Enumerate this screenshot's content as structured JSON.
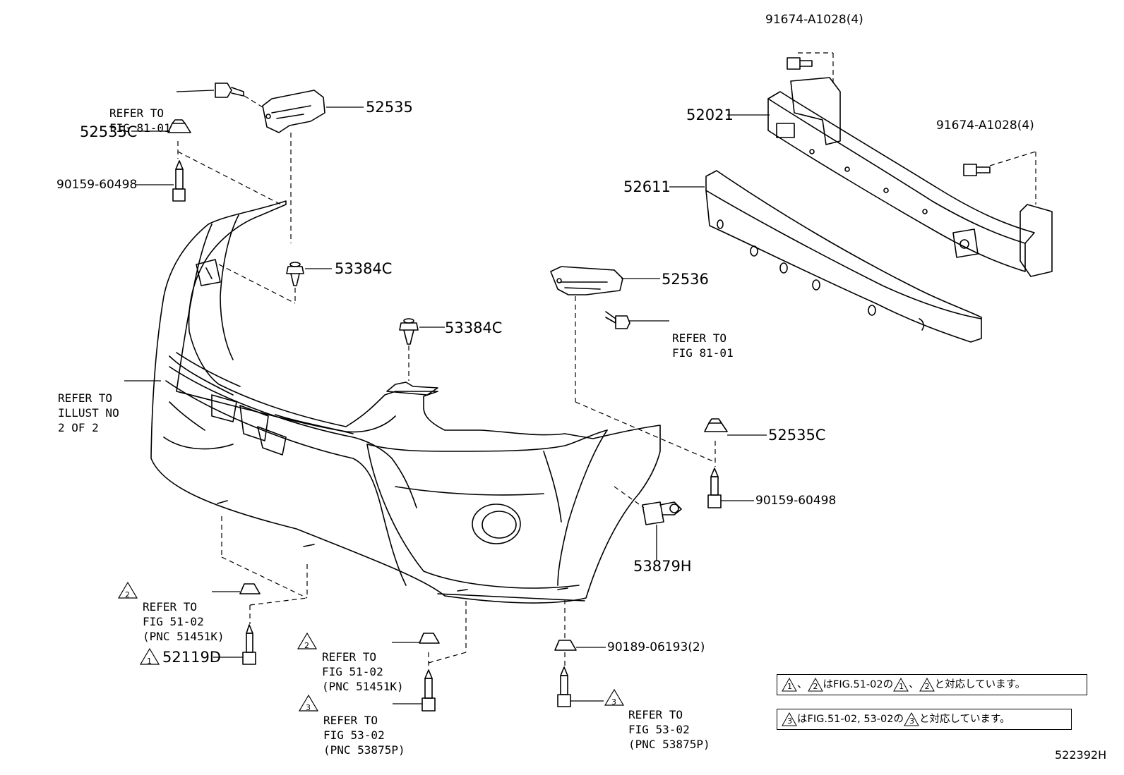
{
  "labels": {
    "ref_81_left": [
      "REFER TO",
      "FIG 81-01"
    ],
    "p52535": "52535",
    "p52535c_left": "52535C",
    "p90159_left": "90159-60498",
    "p53384c_upper": "53384C",
    "p53384c_center": "53384C",
    "ref_illust": [
      "REFER TO",
      "ILLUST NO",
      "2 OF 2"
    ],
    "p91674_top": "91674-A1028(4)",
    "p52021": "52021",
    "p91674_right": "91674-A1028(4)",
    "p52611": "52611",
    "p52536": "52536",
    "ref_81_right": [
      "REFER TO",
      "FIG 81-01"
    ],
    "p52535c_right": "52535C",
    "p90159_right": "90159-60498",
    "p53879h": "53879H",
    "ref_51_left": [
      "REFER TO",
      "FIG 51-02",
      "(PNC 51451K)"
    ],
    "p52119d": "52119D",
    "ref_51_mid": [
      "REFER TO",
      "FIG 51-02",
      "(PNC 51451K)"
    ],
    "ref_53_mid": [
      "REFER TO",
      "FIG 53-02",
      "(PNC 53875P)"
    ],
    "p90189": "90189-06193(2)",
    "ref_53_right": [
      "REFER TO",
      "FIG 53-02",
      "(PNC 53875P)"
    ]
  },
  "triangles": {
    "ref_51_left": "2",
    "p52119d": "1",
    "ref_51_mid": "2",
    "ref_53_mid": "3",
    "ref_53_right": "3"
  },
  "notes": {
    "note1": {
      "tri_a": "1",
      "sep": "、",
      "tri_b": "2",
      "text_a": "はFIG.51-02の",
      "tri_c": "1",
      "sep2": "、",
      "tri_d": "2",
      "text_b": "と対応しています。"
    },
    "note2": {
      "tri_a": "3",
      "text_a": "はFIG.51-02, 53-02の",
      "tri_b": "3",
      "text_b": "と対応しています。"
    }
  },
  "diagram_id": "522392H"
}
